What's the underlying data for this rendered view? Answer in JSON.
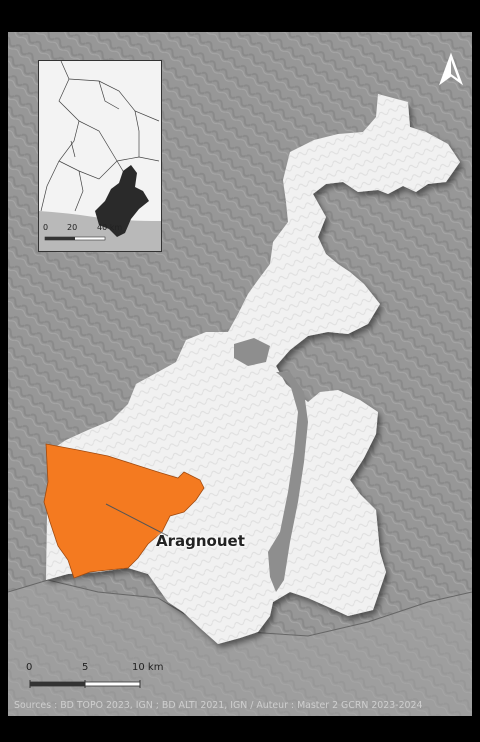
{
  "map": {
    "highlighted_commune": "Aragnouet",
    "highlight_color": "#f47a20",
    "territory_color": "#f2f2f2",
    "relief_color": "#9a9a9a",
    "scale_bar": {
      "labels": [
        "0",
        "5",
        "10 km"
      ]
    },
    "inset": {
      "scale_labels": [
        "0",
        "20",
        "40 km"
      ]
    },
    "north_arrow": "north-arrow-icon",
    "sources": "Sources : BD TOPO 2023, IGN ; BD ALTI 2021, IGN / Auteur : Master 2 GCRN 2023-2024"
  }
}
